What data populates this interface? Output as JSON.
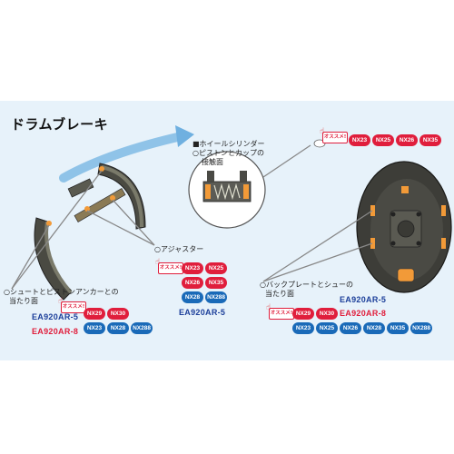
{
  "title": "ドラムブレーキ",
  "colors": {
    "red": "#e01e3c",
    "blue": "#1a6ab8",
    "model_blue": "#1c3f9a",
    "model_red": "#e01e3c",
    "panel": "#e7f2fa"
  },
  "badge_text": "オススメ!",
  "wheel_cylinder": {
    "line1": "■ホイールシリンダー",
    "line2": "○ピストンとカップの",
    "line3": "接触面",
    "pills_red": [
      "NX23",
      "NX25",
      "NX26",
      "NX35"
    ]
  },
  "adjuster": {
    "label": "○アジャスター",
    "pills_red": [
      "NX23",
      "NX25",
      "NX26",
      "NX35"
    ],
    "pills_blue": [
      "NX28",
      "NX288"
    ],
    "model": "EA920AR-5"
  },
  "shoe_anchor": {
    "line1": "○シュートとピストンアンカーとの",
    "line2": "当たり面",
    "model_blue": "EA920AR-5",
    "model_red": "EA920AR-8",
    "pills_red": [
      "NX29",
      "NX30"
    ],
    "pills_blue": [
      "NX23",
      "NX28",
      "NX288"
    ]
  },
  "backplate": {
    "line1": "○バックプレートとシューの",
    "line2": "当たり面",
    "model_blue": "EA920AR-5",
    "model_red": "EA920AR-8",
    "pills_red": [
      "NX29",
      "NX30"
    ],
    "pills_blue": [
      "NX23",
      "NX25",
      "NX26",
      "NX28",
      "NX35",
      "NX288"
    ]
  }
}
